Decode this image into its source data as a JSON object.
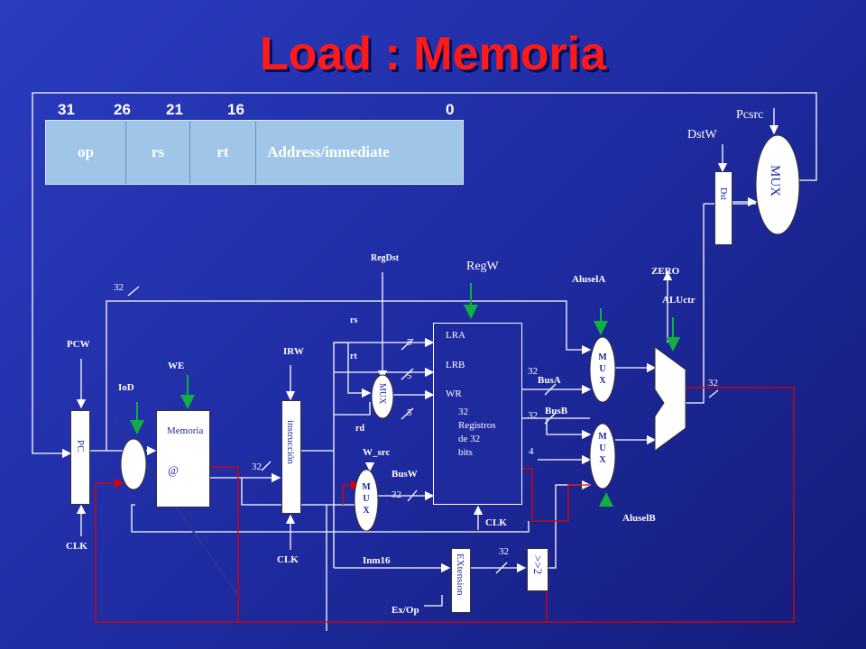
{
  "title": "Load : Memoria",
  "instruction": {
    "bit_numbers": [
      "31",
      "26",
      "21",
      "16",
      "0"
    ],
    "fields": [
      "op",
      "rs",
      "rt",
      "Address/inmediate"
    ]
  },
  "labels": {
    "pcsrc": "Pcsrc",
    "dstw": "DstW",
    "mux_top": "MUX",
    "dst": "Dst",
    "regdst": "RegDst",
    "regw": "RegW",
    "aluselA": "AluselA",
    "zero": "ZERO",
    "aluctr": "ALUctr",
    "pcw": "PCW",
    "we": "WE",
    "irw": "IRW",
    "iod": "IoD",
    "pc": "PC",
    "memoria": "Memoria",
    "at": "@",
    "instruccion": "instrucción",
    "rs": "rs",
    "rt": "rt",
    "rd": "rd",
    "mux_rd": "MUX",
    "w_src": "W_src",
    "busw": "BusW",
    "busA": "BusA",
    "busB": "BusB",
    "aluselB": "AluselB",
    "clk": "CLK",
    "inm16": "Inm16",
    "extension": "EXtension",
    "shift": ">>2",
    "exop": "Ex/Op",
    "mux_letters": [
      "M",
      "U",
      "X"
    ],
    "registers": [
      "LRA",
      "LRB",
      "WR",
      "32",
      "Registros",
      "de 32",
      "bits"
    ]
  },
  "bus_widths": {
    "pc_in": "32",
    "mem_out": "32",
    "rs": "5",
    "rt": "5",
    "rd": "5",
    "busw": "32",
    "busA": "32",
    "busB": "32",
    "four": "4",
    "ext_out": "32",
    "alu_out": "32"
  }
}
